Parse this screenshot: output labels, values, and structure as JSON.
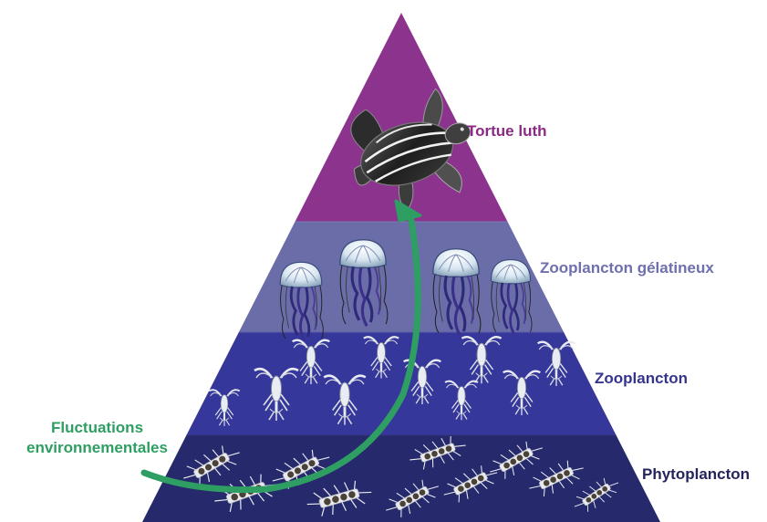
{
  "levels": [
    {
      "id": "turtle",
      "label": "Tortue luth",
      "label_color": "#8b2a86",
      "band_color": "#8c338e"
    },
    {
      "id": "gelatinous",
      "label": "Zooplancton gélatineux",
      "label_color": "#6f6fae",
      "band_color": "#6b6da8"
    },
    {
      "id": "zooplankton",
      "label": "Zooplancton",
      "label_color": "#35358f",
      "band_color": "#36379a"
    },
    {
      "id": "phytoplankton",
      "label": "Phytoplancton",
      "label_color": "#24245e",
      "band_color": "#26296c"
    }
  ],
  "arrow": {
    "line1": "Fluctuations",
    "line2": "environnementales",
    "color": "#2e9e62"
  },
  "icons": [
    "leatherback-turtle-icon",
    "jellyfish-icon",
    "copepod-icon",
    "diatom-chain-icon"
  ]
}
